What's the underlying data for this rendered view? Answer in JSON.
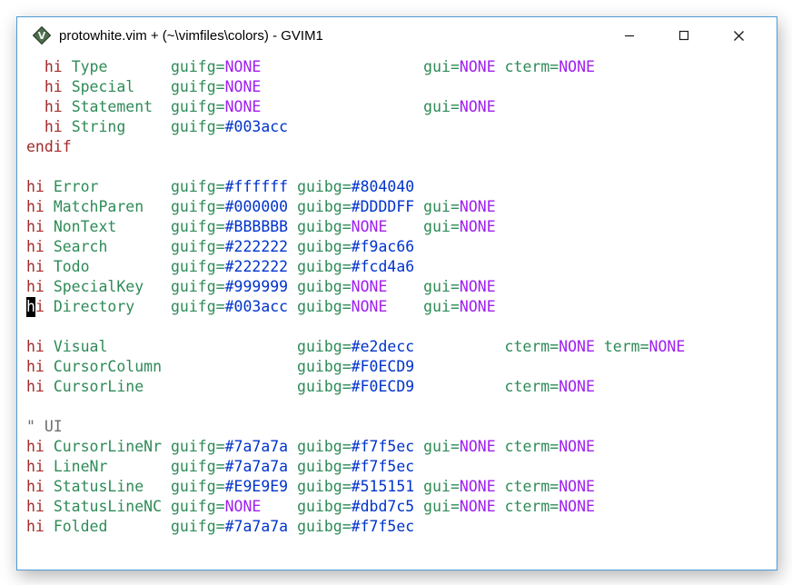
{
  "window": {
    "title": "protowhite.vim + (~\\vimfiles\\colors) - GVIM1",
    "app_icon": "vim-logo",
    "controls": {
      "minimize": "minimize",
      "maximize": "maximize",
      "close": "close"
    },
    "chrome_colors": {
      "border": "#4f9bd5",
      "titlebar_bg": "#ffffff",
      "editor_bg": "#ffffff"
    }
  },
  "editor": {
    "syntax_colors": {
      "s": "#a52a2a",
      "g": "#2e8b57",
      "a": "#2e8b57",
      "n": "#a020f0",
      "h": "#0033cc",
      "c": "#6e6e6e",
      "plain": "#000000"
    },
    "cursor": {
      "bg": "#000000",
      "fg": "#ffffff"
    },
    "lines": [
      [
        [
          2,
          "hi",
          "s"
        ],
        [
          1,
          "Type",
          "g"
        ],
        [
          7,
          "guifg=",
          "a"
        ],
        [
          0,
          "NONE",
          "n"
        ],
        [
          18,
          "gui=",
          "a"
        ],
        [
          0,
          "NONE",
          "n"
        ],
        [
          1,
          "cterm=",
          "a"
        ],
        [
          0,
          "NONE",
          "n"
        ]
      ],
      [
        [
          2,
          "hi",
          "s"
        ],
        [
          1,
          "Special",
          "g"
        ],
        [
          4,
          "guifg=",
          "a"
        ],
        [
          0,
          "NONE",
          "n"
        ]
      ],
      [
        [
          2,
          "hi",
          "s"
        ],
        [
          1,
          "Statement",
          "g"
        ],
        [
          2,
          "guifg=",
          "a"
        ],
        [
          0,
          "NONE",
          "n"
        ],
        [
          18,
          "gui=",
          "a"
        ],
        [
          0,
          "NONE",
          "n"
        ]
      ],
      [
        [
          2,
          "hi",
          "s"
        ],
        [
          1,
          "String",
          "g"
        ],
        [
          5,
          "guifg=",
          "a"
        ],
        [
          0,
          "#003acc",
          "h"
        ]
      ],
      [
        [
          0,
          "endif",
          "s"
        ]
      ],
      [],
      [
        [
          0,
          "hi",
          "s"
        ],
        [
          1,
          "Error",
          "g"
        ],
        [
          8,
          "guifg=",
          "a"
        ],
        [
          0,
          "#ffffff",
          "h"
        ],
        [
          1,
          "guibg=",
          "a"
        ],
        [
          0,
          "#804040",
          "h"
        ]
      ],
      [
        [
          0,
          "hi",
          "s"
        ],
        [
          1,
          "MatchParen",
          "g"
        ],
        [
          3,
          "guifg=",
          "a"
        ],
        [
          0,
          "#000000",
          "h"
        ],
        [
          1,
          "guibg=",
          "a"
        ],
        [
          0,
          "#DDDDFF",
          "h"
        ],
        [
          1,
          "gui=",
          "a"
        ],
        [
          0,
          "NONE",
          "n"
        ]
      ],
      [
        [
          0,
          "hi",
          "s"
        ],
        [
          1,
          "NonText",
          "g"
        ],
        [
          6,
          "guifg=",
          "a"
        ],
        [
          0,
          "#BBBBBB",
          "h"
        ],
        [
          1,
          "guibg=",
          "a"
        ],
        [
          0,
          "NONE",
          "n"
        ],
        [
          4,
          "gui=",
          "a"
        ],
        [
          0,
          "NONE",
          "n"
        ]
      ],
      [
        [
          0,
          "hi",
          "s"
        ],
        [
          1,
          "Search",
          "g"
        ],
        [
          7,
          "guifg=",
          "a"
        ],
        [
          0,
          "#222222",
          "h"
        ],
        [
          1,
          "guibg=",
          "a"
        ],
        [
          0,
          "#f9ac66",
          "h"
        ]
      ],
      [
        [
          0,
          "hi",
          "s"
        ],
        [
          1,
          "Todo",
          "g"
        ],
        [
          9,
          "guifg=",
          "a"
        ],
        [
          0,
          "#222222",
          "h"
        ],
        [
          1,
          "guibg=",
          "a"
        ],
        [
          0,
          "#fcd4a6",
          "h"
        ]
      ],
      [
        [
          0,
          "hi",
          "s"
        ],
        [
          1,
          "SpecialKey",
          "g"
        ],
        [
          3,
          "guifg=",
          "a"
        ],
        [
          0,
          "#999999",
          "h"
        ],
        [
          1,
          "guibg=",
          "a"
        ],
        [
          0,
          "NONE",
          "n"
        ],
        [
          4,
          "gui=",
          "a"
        ],
        [
          0,
          "NONE",
          "n"
        ]
      ],
      [
        [
          0,
          "h",
          "cur"
        ],
        [
          0,
          "i",
          "s"
        ],
        [
          1,
          "Directory",
          "g"
        ],
        [
          4,
          "guifg=",
          "a"
        ],
        [
          0,
          "#003acc",
          "h"
        ],
        [
          1,
          "guibg=",
          "a"
        ],
        [
          0,
          "NONE",
          "n"
        ],
        [
          4,
          "gui=",
          "a"
        ],
        [
          0,
          "NONE",
          "n"
        ]
      ],
      [],
      [
        [
          0,
          "hi",
          "s"
        ],
        [
          1,
          "Visual",
          "g"
        ],
        [
          21,
          "guibg=",
          "a"
        ],
        [
          0,
          "#e2decc",
          "h"
        ],
        [
          10,
          "cterm=",
          "a"
        ],
        [
          0,
          "NONE",
          "n"
        ],
        [
          1,
          "term=",
          "a"
        ],
        [
          0,
          "NONE",
          "n"
        ]
      ],
      [
        [
          0,
          "hi",
          "s"
        ],
        [
          1,
          "CursorColumn",
          "g"
        ],
        [
          15,
          "guibg=",
          "a"
        ],
        [
          0,
          "#F0ECD9",
          "h"
        ]
      ],
      [
        [
          0,
          "hi",
          "s"
        ],
        [
          1,
          "CursorLine",
          "g"
        ],
        [
          17,
          "guibg=",
          "a"
        ],
        [
          0,
          "#F0ECD9",
          "h"
        ],
        [
          10,
          "cterm=",
          "a"
        ],
        [
          0,
          "NONE",
          "n"
        ]
      ],
      [],
      [
        [
          0,
          "\" UI",
          "c"
        ]
      ],
      [
        [
          0,
          "hi",
          "s"
        ],
        [
          1,
          "CursorLineNr",
          "g"
        ],
        [
          1,
          "guifg=",
          "a"
        ],
        [
          0,
          "#7a7a7a",
          "h"
        ],
        [
          1,
          "guibg=",
          "a"
        ],
        [
          0,
          "#f7f5ec",
          "h"
        ],
        [
          1,
          "gui=",
          "a"
        ],
        [
          0,
          "NONE",
          "n"
        ],
        [
          1,
          "cterm=",
          "a"
        ],
        [
          0,
          "NONE",
          "n"
        ]
      ],
      [
        [
          0,
          "hi",
          "s"
        ],
        [
          1,
          "LineNr",
          "g"
        ],
        [
          7,
          "guifg=",
          "a"
        ],
        [
          0,
          "#7a7a7a",
          "h"
        ],
        [
          1,
          "guibg=",
          "a"
        ],
        [
          0,
          "#f7f5ec",
          "h"
        ]
      ],
      [
        [
          0,
          "hi",
          "s"
        ],
        [
          1,
          "StatusLine",
          "g"
        ],
        [
          3,
          "guifg=",
          "a"
        ],
        [
          0,
          "#E9E9E9",
          "h"
        ],
        [
          1,
          "guibg=",
          "a"
        ],
        [
          0,
          "#515151",
          "h"
        ],
        [
          1,
          "gui=",
          "a"
        ],
        [
          0,
          "NONE",
          "n"
        ],
        [
          1,
          "cterm=",
          "a"
        ],
        [
          0,
          "NONE",
          "n"
        ]
      ],
      [
        [
          0,
          "hi",
          "s"
        ],
        [
          1,
          "StatusLineNC",
          "g"
        ],
        [
          1,
          "guifg=",
          "a"
        ],
        [
          0,
          "NONE",
          "n"
        ],
        [
          4,
          "guibg=",
          "a"
        ],
        [
          0,
          "#dbd7c5",
          "h"
        ],
        [
          1,
          "gui=",
          "a"
        ],
        [
          0,
          "NONE",
          "n"
        ],
        [
          1,
          "cterm=",
          "a"
        ],
        [
          0,
          "NONE",
          "n"
        ]
      ],
      [
        [
          0,
          "hi",
          "s"
        ],
        [
          1,
          "Folded",
          "g"
        ],
        [
          7,
          "guifg=",
          "a"
        ],
        [
          0,
          "#7a7a7a",
          "h"
        ],
        [
          1,
          "guibg=",
          "a"
        ],
        [
          0,
          "#f7f5ec",
          "h"
        ]
      ]
    ]
  }
}
